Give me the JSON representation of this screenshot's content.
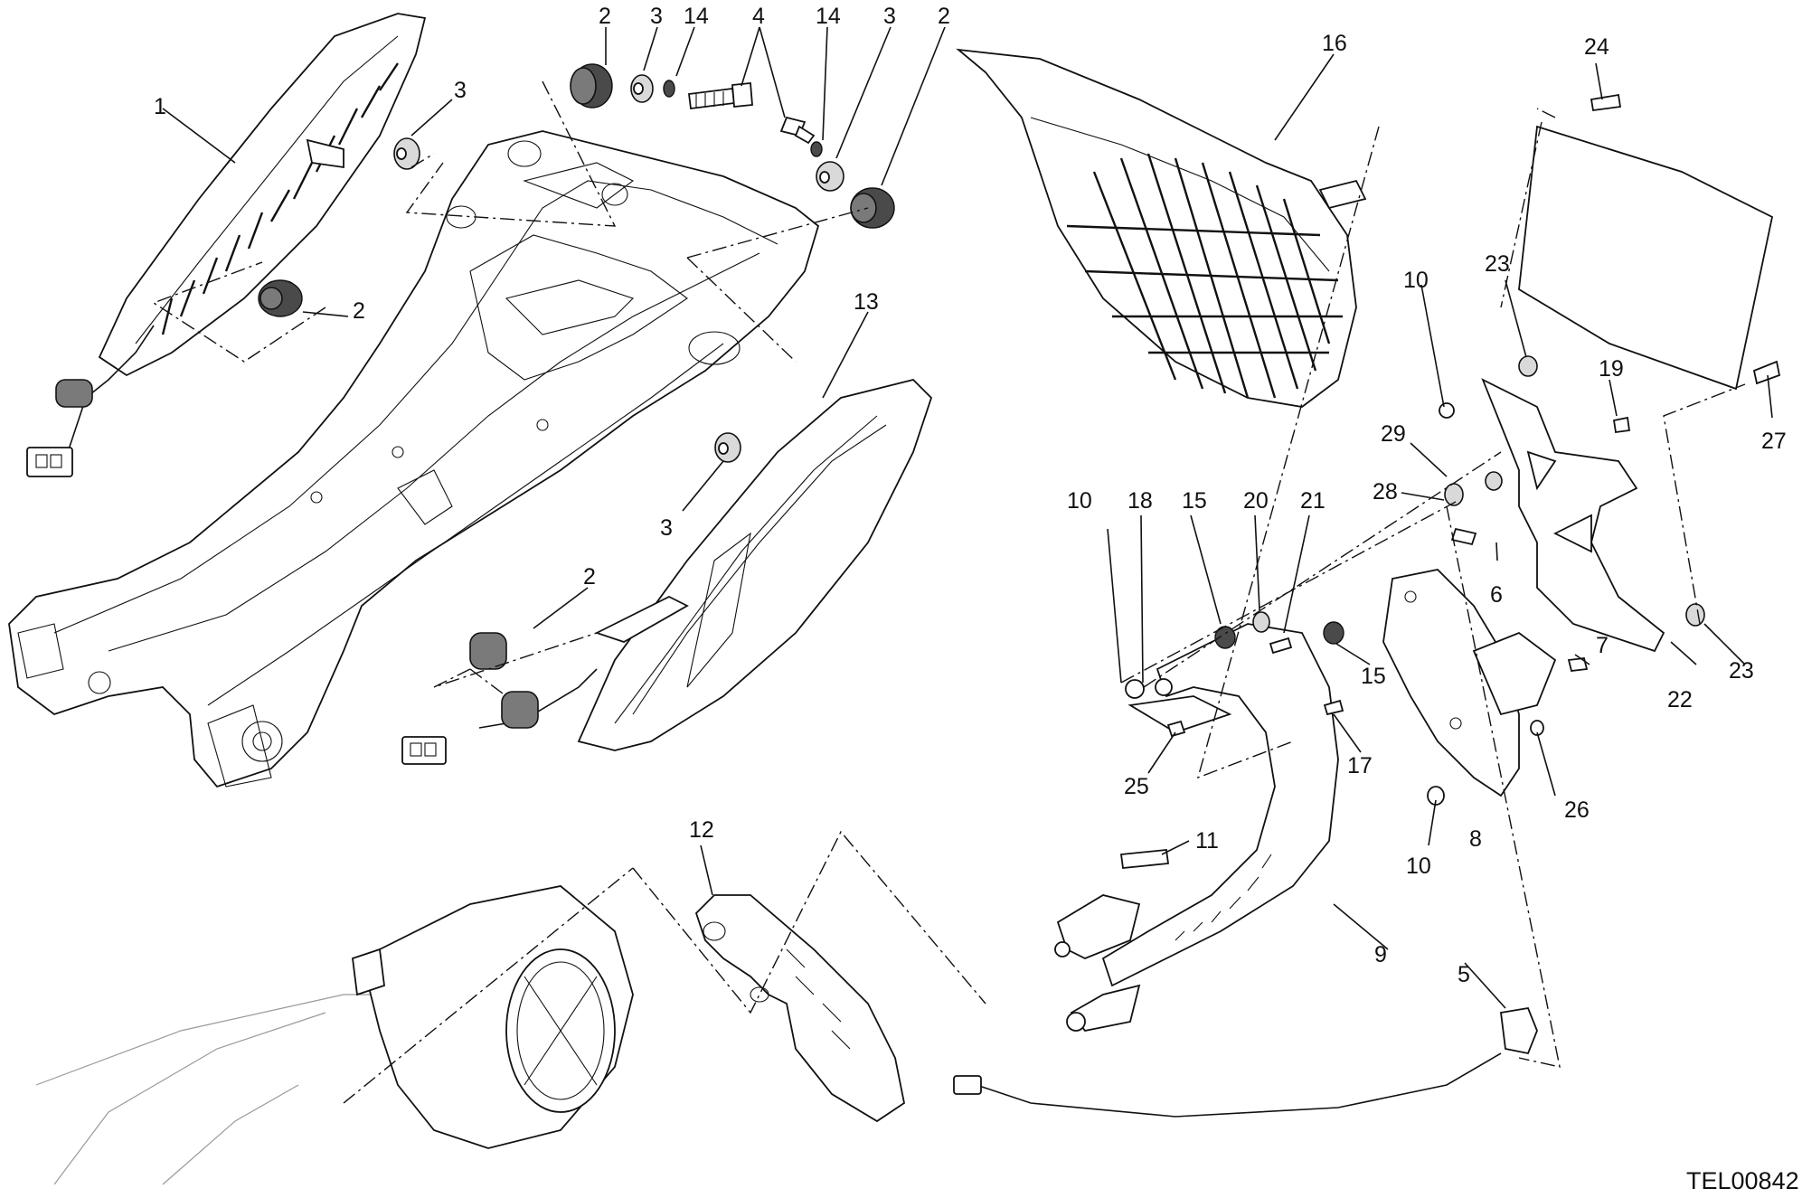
{
  "drawing_ref": "TEL00842",
  "callouts": {
    "c1": "1",
    "c2a": "2",
    "c2b": "2",
    "c2c": "2",
    "c2d": "2",
    "c3a": "3",
    "c3b": "3",
    "c3c": "3",
    "c3d": "3",
    "c4": "4",
    "c14a": "14",
    "c14b": "14",
    "c5": "5",
    "c6": "6",
    "c7": "7",
    "c8": "8",
    "c9": "9",
    "c10a": "10",
    "c10b": "10",
    "c10c": "10",
    "c11": "11",
    "c12": "12",
    "c13": "13",
    "c15a": "15",
    "c15b": "15",
    "c16": "16",
    "c17": "17",
    "c18": "18",
    "c19": "19",
    "c20": "20",
    "c21": "21",
    "c22": "22",
    "c23a": "23",
    "c23b": "23",
    "c24": "24",
    "c25": "25",
    "c26": "26",
    "c27": "27",
    "c28": "28",
    "c29": "29"
  }
}
